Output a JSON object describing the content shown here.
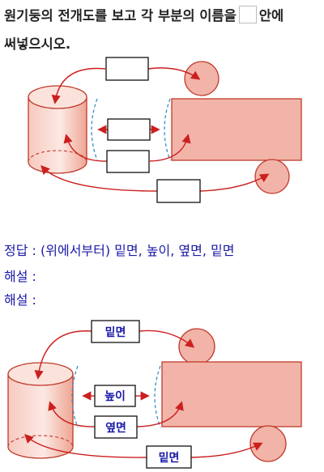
{
  "question": {
    "before_blank": "원기둥의 전개도를 보고 각 부분의 이름을",
    "after_blank": "안에",
    "line2": "써넣으시오."
  },
  "answer": {
    "label": "정답 :",
    "value": "(위에서부터) 밑면, 높이, 옆면, 밑면"
  },
  "explanation": {
    "label1": "해설 :",
    "label2": "해설 :"
  },
  "solution_labels": {
    "top": "밑면",
    "middle": "높이",
    "lower": "옆면",
    "bottom": "밑면"
  },
  "colors": {
    "shape_fill": "#f2b4a8",
    "shape_stroke": "#c0392b",
    "arrow": "#cc1f1f",
    "dashed": "#3a8fc9",
    "answer_text": "#1a1aa8"
  }
}
